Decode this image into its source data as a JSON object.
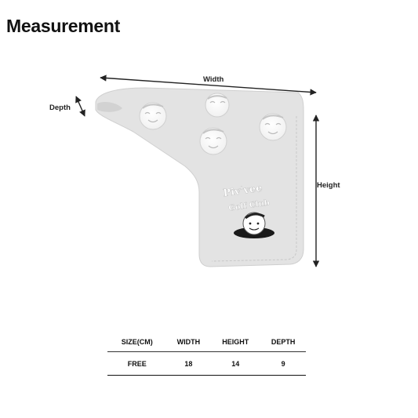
{
  "title": "Measurement",
  "labels": {
    "width": "Width",
    "depth": "Depth",
    "height": "Height"
  },
  "embroidery": {
    "line1": "Piv'vee",
    "line2": "Golf Club"
  },
  "size_table": {
    "headers": [
      "SIZE(CM)",
      "WIDTH",
      "HEIGHT",
      "DEPTH"
    ],
    "rows": [
      [
        "FREE",
        "18",
        "14",
        "9"
      ]
    ]
  },
  "colors": {
    "cover": "#e3e3e3",
    "arrow": "#222222"
  }
}
